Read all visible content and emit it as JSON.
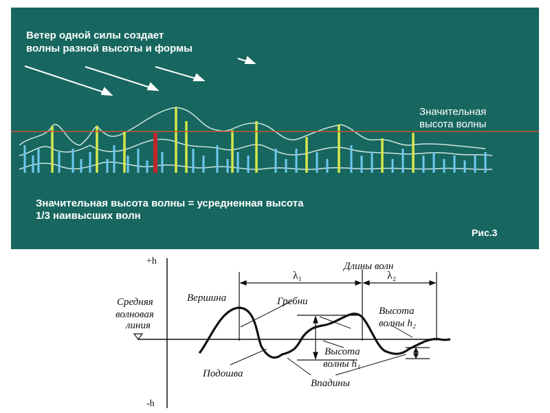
{
  "panel": {
    "caption_line1": "Ветер одной силы создает",
    "caption_line2": "волны разной высоты и формы",
    "sig_label_line1": "Значительная",
    "sig_label_line2": "высота волны",
    "definition_line1": "Значительная высота волны  = усредненная высота",
    "definition_line2": "1/3 наивысших волн",
    "figure_number": "Рис.3",
    "colors": {
      "background": "#176760",
      "reference_line": "#c8552a",
      "tall_bars": "#d6e84a",
      "short_bars": "#6fc8f0",
      "highlight_bar": "#c0272d",
      "wave_lines": "#cfe6de"
    }
  },
  "diagram": {
    "axis_top": "+h",
    "axis_bottom": "-h",
    "mean_line_label_1": "Средняя",
    "mean_line_label_2": "волновая",
    "mean_line_label_3": "линия",
    "title_wavelengths": "Длины волн",
    "lambda1": "λ₁",
    "lambda2": "λ₂",
    "crest": "Вершина",
    "crests": "Гребни",
    "height2_line1": "Высота",
    "height2_line2": "волны h₂",
    "height1_line1": "Высота",
    "height1_line2": "волны h₁",
    "trough": "Подошва",
    "troughs": "Впадины"
  }
}
